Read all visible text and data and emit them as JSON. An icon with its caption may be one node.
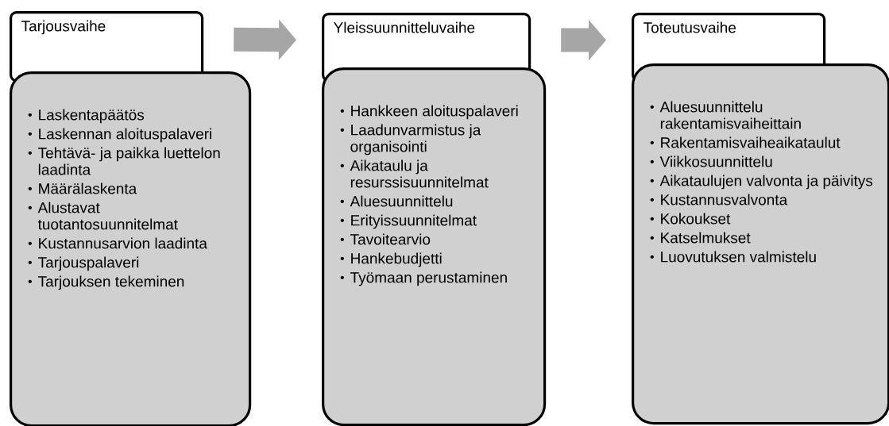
{
  "diagram": {
    "nodes": [
      {
        "text": [
          "Tarjousvaihe"
        ]
      },
      {
        "text": [
          "Laskentapäätös",
          "Laskennan aloituspalaveri",
          "Tehtävä- ja paikka luettelon laadinta",
          "Määrälaskenta",
          "Alustavat tuotantosuunnitelmat",
          "Kustannusarvion laadinta",
          "Tarjouspalaveri",
          "Tarjouksen tekeminen"
        ]
      },
      {
        "text": [
          "Yleissuunnitteluvaihe"
        ]
      },
      {
        "text": [
          "Hankkeen aloituspalaveri",
          "Laadunvarmistus ja organisointi",
          "Aikataulu ja resurssisuunnitelmat",
          "Aluesuunnittelu",
          "Erityissuunnitelmat",
          "Tavoitearvio",
          "Hankebudjetti",
          "Työmaan perustaminen"
        ]
      },
      {
        "text": [
          "Toteutusvaihe"
        ]
      },
      {
        "text": [
          "Aluesuunnittelu rakentamisvaiheittain",
          "Rakentamisvaiheaikataulut",
          "Viikkosuunnittelu",
          "Aikataulujen valvonta ja päivitys",
          "Kustannusvalvonta",
          "Kokoukset",
          "Katselmukset",
          "Luovutuksen valmistelu"
        ]
      }
    ],
    "edges": [
      {
        "from": 0,
        "to": 2,
        "arrow": "to"
      },
      {
        "from": 2,
        "to": 4,
        "arrow": "to"
      }
    ]
  }
}
